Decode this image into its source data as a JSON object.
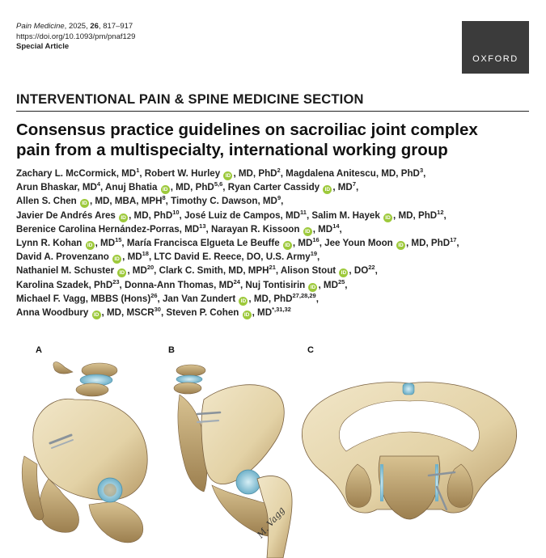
{
  "header": {
    "journal": "Pain Medicine",
    "year_vol": ", 2025, ",
    "volume": "26",
    "pages": ", 817–917",
    "doi": "https://doi.org/10.1093/pm/pnaf129",
    "article_type": "Special Article",
    "publisher_logo": "OXFORD"
  },
  "section": "INTERVENTIONAL PAIN & SPINE MEDICINE SECTION",
  "title_line1": "Consensus practice guidelines on sacroiliac joint complex",
  "title_line2": "pain from a multispecialty, international working group",
  "orcid_icon": "ID",
  "authors": {
    "l1a": "Zachary L. McCormick, MD",
    "s1": "1",
    "l1b": ", Robert W. Hurley ",
    "l1c": ", MD, PhD",
    "s2": "2",
    "l1d": ", Magdalena Anitescu, MD, PhD",
    "s3": "3",
    "l1e": ",",
    "l2a": "Arun Bhaskar, MD",
    "s4": "4",
    "l2b": ", Anuj Bhatia ",
    "l2c": ", MD, PhD",
    "s56": "5,6",
    "l2d": ", Ryan Carter Cassidy ",
    "l2e": ", MD",
    "s7": "7",
    "l2f": ",",
    "l3a": "Allen S. Chen ",
    "l3b": ", MD, MBA, MPH",
    "s8": "8",
    "l3c": ", Timothy C. Dawson, MD",
    "s9": "9",
    "l3d": ",",
    "l4a": "Javier De Andrés Ares ",
    "l4b": ", MD, PhD",
    "s10": "10",
    "l4c": ", José Luiz de Campos, MD",
    "s11": "11",
    "l4d": ", Salim M. Hayek ",
    "l4e": ", MD, PhD",
    "s12": "12",
    "l4f": ",",
    "l5a": "Berenice Carolina  Hernández-Porras, MD",
    "s13": "13",
    "l5b": ", Narayan R. Kissoon ",
    "l5c": ", MD",
    "s14": "14",
    "l5d": ",",
    "l6a": "Lynn R. Kohan ",
    "l6b": ", MD",
    "s15": "15",
    "l6c": ", María Francisca Elgueta Le Beuffe ",
    "l6d": ", MD",
    "s16": "16",
    "l6e": ", Jee Youn Moon ",
    "l6f": ", MD, PhD",
    "s17": "17",
    "l6g": ",",
    "l7a": "David A. Provenzano ",
    "l7b": ", MD",
    "s18": "18",
    "l7c": ", LTC David E. Reece, DO, U.S. Army",
    "s19": "19",
    "l7d": ",",
    "l8a": "Nathaniel M. Schuster ",
    "l8b": ", MD",
    "s20": "20",
    "l8c": ", Clark C. Smith, MD, MPH",
    "s21": "21",
    "l8d": ", Alison Stout ",
    "l8e": ", DO",
    "s22": "22",
    "l8f": ",",
    "l9a": "Karolina Szadek, PhD",
    "s23": "23",
    "l9b": ", Donna-Ann Thomas, MD",
    "s24": "24",
    "l9c": ", Nuj Tontisirin ",
    "l9d": ", MD",
    "s25": "25",
    "l9e": ",",
    "l10a": "Michael F. Vagg, MBBS (Hons)",
    "s26": "26",
    "l10b": ", Jan Van Zundert ",
    "l10c": ", MD, PhD",
    "s272829": "27,28,29",
    "l10d": ",",
    "l11a": "Anna Woodbury ",
    "l11b": ", MD, MSCR",
    "s30": "30",
    "l11c": ", Steven P. Cohen ",
    "l11d": ", MD",
    "s31": "*,31,32"
  },
  "figure": {
    "panel_a": "A",
    "panel_b": "B",
    "panel_c": "C",
    "signature": "M. Vagg",
    "colors": {
      "bone": "#e8d9b5",
      "bone_shade": "#c9b285",
      "joint": "#8fc6d8",
      "needle": "#9aa4ad"
    }
  }
}
